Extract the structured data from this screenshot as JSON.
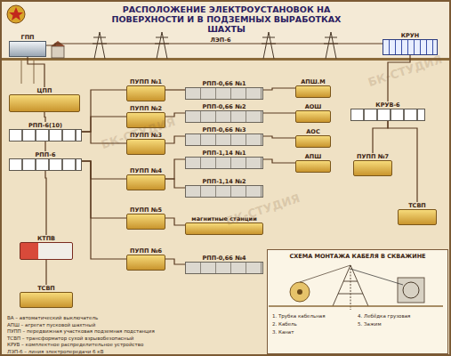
{
  "diagram": {
    "title": "РАСПОЛОЖЕНИЕ ЭЛЕКТРОУСТАНОВОК НА ПОВЕРХНОСТИ И В ПОДЗЕМНЫХ ВЫРАБОТКАХ ШАХТЫ",
    "nodes": [
      {
        "text": [
          "ГПП"
        ]
      },
      {
        "text": [
          "КРУН"
        ]
      },
      {
        "text": [
          "ЦПП"
        ]
      },
      {
        "text": [
          "РПП-6(10)"
        ]
      },
      {
        "text": [
          "РПП-6"
        ]
      },
      {
        "text": [
          "ПУПП №1"
        ]
      },
      {
        "text": [
          "ПУПП №2"
        ]
      },
      {
        "text": [
          "ПУПП №3"
        ]
      },
      {
        "text": [
          "ПУПП №4"
        ]
      },
      {
        "text": [
          "ПУПП №5"
        ]
      },
      {
        "text": [
          "ПУПП №6"
        ]
      },
      {
        "text": [
          "РПП-0,66 №1"
        ]
      },
      {
        "text": [
          "РПП-0,66 №2"
        ]
      },
      {
        "text": [
          "РПП-0,66 №3"
        ]
      },
      {
        "text": [
          "РПП-1,14 №1"
        ]
      },
      {
        "text": [
          "РПП-1,14 №2"
        ]
      },
      {
        "text": [
          "магнитные станции"
        ]
      },
      {
        "text": [
          "РПП-0,66 №4"
        ]
      },
      {
        "text": [
          "АПШ.М"
        ]
      },
      {
        "text": [
          "АОШ"
        ]
      },
      {
        "text": [
          "АОС"
        ]
      },
      {
        "text": [
          "АПШ"
        ]
      },
      {
        "text": [
          "КРУВ-6"
        ]
      },
      {
        "text": [
          "ПУПП №7"
        ]
      },
      {
        "text": [
          "ТСВП"
        ]
      },
      {
        "text": [
          "КТПВ"
        ]
      },
      {
        "text": [
          "ТСВП"
        ]
      },
      {
        "text": [
          "СХЕМА МОНТАЖА КАБЕЛЯ В СКВАЖИНЕ"
        ]
      }
    ],
    "edges": [
      {
        "from": 0,
        "to": 1,
        "label": "ЛЭП-6",
        "arrow": "none"
      },
      {
        "from": 0,
        "to": 2,
        "arrow": "none"
      },
      {
        "from": 2,
        "to": 3,
        "arrow": "none"
      },
      {
        "from": 3,
        "to": 4,
        "arrow": "none"
      },
      {
        "from": 3,
        "to": 5,
        "arrow": "none"
      },
      {
        "from": 3,
        "to": 6,
        "arrow": "none"
      },
      {
        "from": 3,
        "to": 7,
        "arrow": "none"
      },
      {
        "from": 4,
        "to": 8,
        "arrow": "none"
      },
      {
        "from": 4,
        "to": 9,
        "arrow": "none"
      },
      {
        "from": 4,
        "to": 10,
        "arrow": "none"
      },
      {
        "from": 4,
        "to": 25,
        "arrow": "none"
      },
      {
        "from": 25,
        "to": 26,
        "arrow": "none"
      },
      {
        "from": 5,
        "to": 11,
        "arrow": "none"
      },
      {
        "from": 6,
        "to": 12,
        "arrow": "none"
      },
      {
        "from": 7,
        "to": 13,
        "arrow": "none"
      },
      {
        "from": 8,
        "to": 14,
        "arrow": "none"
      },
      {
        "from": 8,
        "to": 15,
        "arrow": "none"
      },
      {
        "from": 9,
        "to": 16,
        "arrow": "none"
      },
      {
        "from": 10,
        "to": 17,
        "arrow": "none"
      },
      {
        "from": 11,
        "to": 18,
        "arrow": "none"
      },
      {
        "from": 12,
        "to": 19,
        "arrow": "none"
      },
      {
        "from": 13,
        "to": 20,
        "arrow": "none"
      },
      {
        "from": 14,
        "to": 21,
        "arrow": "none"
      },
      {
        "from": 1,
        "to": 22,
        "arrow": "none"
      },
      {
        "from": 22,
        "to": 23,
        "arrow": "none"
      },
      {
        "from": 22,
        "to": 24,
        "arrow": "none"
      }
    ],
    "labels": [
      "ВА – автоматический выключатель",
      "АПШ – агрегат пусковой шахтный",
      "ПУПП – передвижная участковая подземная подстанция",
      "ТСВП – трансформатор сухой взрывобезопасный",
      "КРУВ – комплектное распределительное устройство",
      "ЛЭП-6 – линия электропередачи 6 кВ",
      "1. Трубка кабельная",
      "2. Кабель",
      "3. Канат",
      "4. Лебёдка грузовая",
      "5. Зажим",
      "БК-СТУДИЯ",
      "БК-СТУДИЯ",
      "БК-СТУДИЯ"
    ]
  }
}
